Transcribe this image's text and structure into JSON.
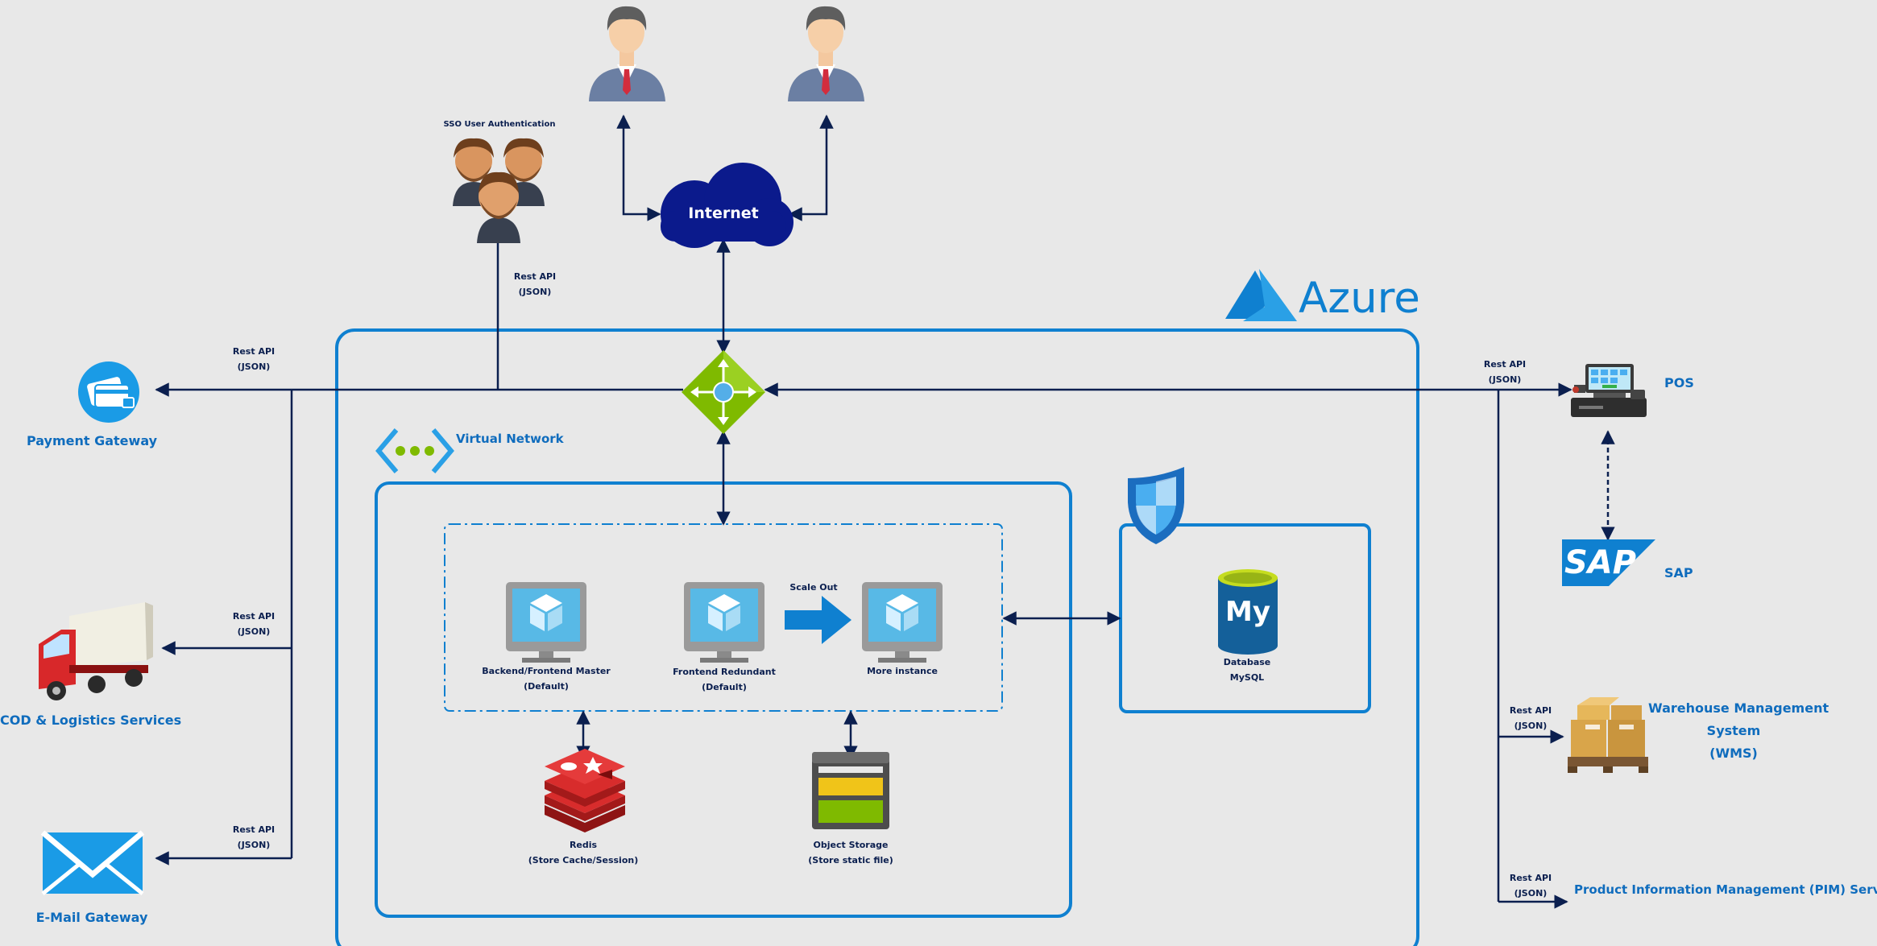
{
  "users_top": [
    "user-1",
    "user-2"
  ],
  "internet": {
    "label": "Internet"
  },
  "sso": {
    "label": "SSO User Authentication"
  },
  "rest_api": {
    "line1": "Rest API",
    "line2": "(JSON)"
  },
  "azure": {
    "label": "Azure"
  },
  "virtual_network": {
    "label": "Virtual Network"
  },
  "instances": [
    {
      "line1": "Backend/Frontend Master",
      "line2": "(Default)"
    },
    {
      "line1": "Frontend Redundant",
      "line2": "(Default)"
    },
    {
      "line1": "More instance",
      "line2": ""
    }
  ],
  "scale_out": "Scale Out",
  "redis": {
    "line1": "Redis",
    "line2": "(Store Cache/Session)"
  },
  "object_storage": {
    "line1": "Object Storage",
    "line2": "(Store static file)"
  },
  "database": {
    "line1": "Database",
    "line2": "MySQL",
    "icon_text": "My"
  },
  "left_services": [
    {
      "label": "Payment Gateway"
    },
    {
      "label": "COD & Logistics Services"
    },
    {
      "label": "E-Mail Gateway"
    }
  ],
  "pos": {
    "label": "POS"
  },
  "sap": {
    "label": "SAP",
    "logo_text": "SAP"
  },
  "wms": {
    "line1": "Warehouse Management",
    "line2": "System",
    "line3": "(WMS)"
  },
  "pim": {
    "label": "Product Information Management (PIM) Services"
  },
  "colors": {
    "arrow": "#0b1f4f",
    "azure_blue": "#0f80d0",
    "internet_cloud": "#0b1a8c",
    "gateway_green": "#7fba00",
    "redis_red": "#c41e1e",
    "background": "#e8e8e8"
  }
}
